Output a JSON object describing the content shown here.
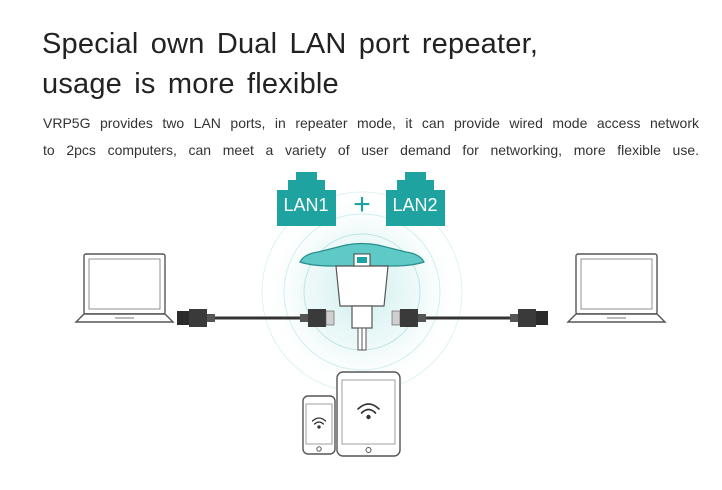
{
  "title": {
    "line1": "Special own Dual LAN port repeater,",
    "line2": "usage is more flexible"
  },
  "description": {
    "line1": "VRP5G provides two LAN ports, in repeater mode, it can provide wired mode access network",
    "line2": "to 2pcs computers, can meet a variety of user demand for networking, more flexible use."
  },
  "lan_ports": {
    "lan1": "LAN1",
    "lan2": "LAN2",
    "plus": "+"
  },
  "colors": {
    "accent": "#1fa3a0",
    "accent_light": "#e4f4f4",
    "text": "#222222"
  },
  "icons": [
    "laptop-icon",
    "ethernet-cable-icon",
    "repeater-device-icon",
    "smartphone-icon",
    "tablet-icon",
    "wifi-icon"
  ]
}
